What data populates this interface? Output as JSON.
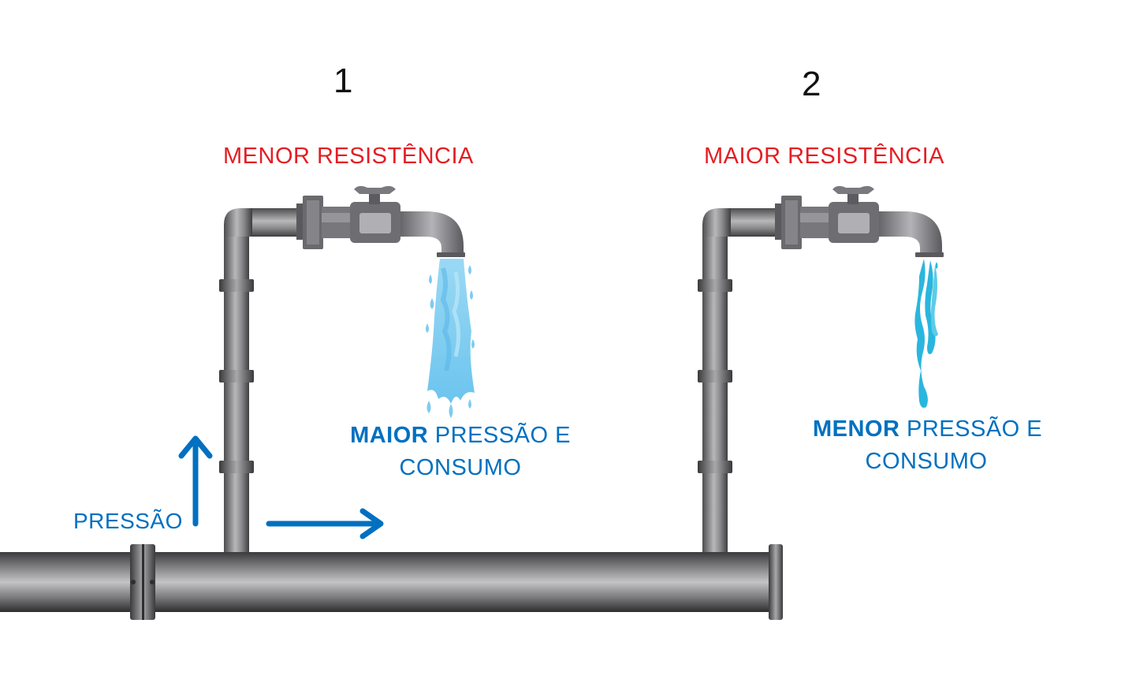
{
  "tap1": {
    "number": "1",
    "resistance": "MENOR RESISTÊNCIA",
    "info_bold": "MAIOR",
    "info_rest": " PRESSÃO E",
    "info_line2": "CONSUMO"
  },
  "tap2": {
    "number": "2",
    "resistance": "MAIOR RESISTÊNCIA",
    "info_bold": "MENOR",
    "info_rest": " PRESSÃO E",
    "info_line2": "CONSUMO"
  },
  "pressure_label": "PRESSÃO",
  "colors": {
    "resistance_text": "#e31e24",
    "info_text": "#0070c0",
    "arrow": "#0070c0",
    "water_strong": "#7fcbef",
    "water_weak": "#29b6de",
    "pipe": "#6e6e70"
  }
}
